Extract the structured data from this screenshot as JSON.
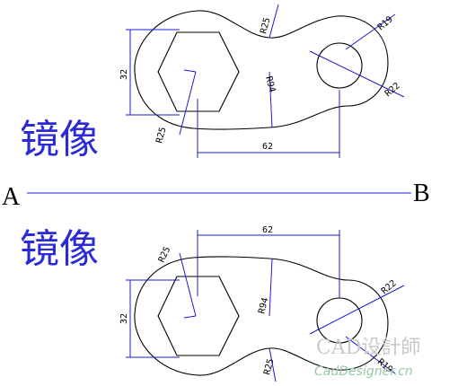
{
  "title_text": "镜像",
  "mirror_line": {
    "start_label": "A",
    "end_label": "B"
  },
  "top_part": {
    "dims": {
      "height": "32",
      "width": "62",
      "r_hole": "R19",
      "r_outer": "R22",
      "r_bottom": "R25",
      "r_middle": "R94",
      "r_top": "R25"
    }
  },
  "bottom_part": {
    "dims": {
      "height": "32",
      "width": "62",
      "r_hole": "R19",
      "r_outer": "R22",
      "r_top": "R25",
      "r_middle": "R94",
      "r_bottom": "R25"
    }
  },
  "watermark": {
    "line1": "CAD设計師",
    "line2": "CadDesigner.cn"
  },
  "colors": {
    "dimension": "#1a1ad6",
    "outline": "#000000",
    "title": "#2a2ad6",
    "watermark_green": "#98c9a7"
  }
}
